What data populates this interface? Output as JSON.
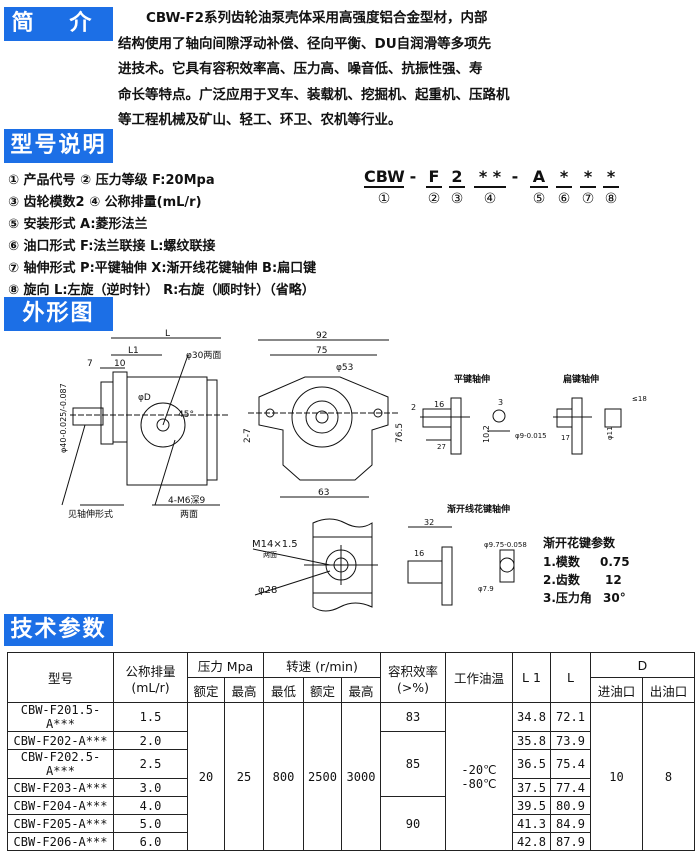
{
  "sections": {
    "intro": "简 介",
    "model": "型号说明",
    "shape": "外形图",
    "spec": "技术参数"
  },
  "intro_lines": [
    "CBW-F2系列齿轮油泵壳体采用高强度铝合金型材，内部",
    "结构使用了轴向间隙浮动补偿、径向平衡、DU自润滑等多项先",
    "进技术。它具有容积效率高、压力高、噪音低、抗振性强、寿",
    "命长等特点。广泛应用于叉车、装载机、挖掘机、起重机、压路机",
    "等工程机械及矿山、轻工、环卫、农机等行业。"
  ],
  "model_lines": [
    "① 产品代号 ② 压力等级 F:20Mpa",
    "③ 齿轮模数2 ④ 公称排量(mL/r)",
    "⑤ 安装形式  A:菱形法兰",
    "⑥ 油口形式  F:法兰联接  L:螺纹联接",
    "⑦ 轴伸形式  P:平键轴伸  X:渐开线花键轴伸  B:扁口键",
    "⑧ 旋向    L:左旋（逆时针）  R:右旋（顺时针）（省略）"
  ],
  "code": [
    {
      "t": "CBW",
      "n": "①"
    },
    {
      "t": "-",
      "n": ""
    },
    {
      "t": "F",
      "n": "②"
    },
    {
      "t": "2",
      "n": "③"
    },
    {
      "t": "* *",
      "n": "④"
    },
    {
      "t": "-",
      "n": ""
    },
    {
      "t": "A",
      "n": "⑤"
    },
    {
      "t": "*",
      "n": "⑥"
    },
    {
      "t": "*",
      "n": "⑦"
    },
    {
      "t": "*",
      "n": "⑧"
    }
  ],
  "drawing": {
    "L": "L",
    "L1": "L1",
    "d7": "7",
    "d10": "10",
    "phi30": "φ30两面",
    "phiD": "φD",
    "a45": "45°",
    "phi40": "φ40-0.025/-0.087",
    "shaft_note": "见轴伸形式",
    "m6": "4-M6深9",
    "both": "两面",
    "d92": "92",
    "d75": "75",
    "phi53": "φ53",
    "d27": "2-7",
    "d765": "76.5",
    "d63": "63",
    "flat_key": "平键轴伸",
    "flat_key_dims": [
      "2",
      "16",
      "27",
      "3",
      "10.2",
      "φ9-0.015"
    ],
    "flat_mouth": "扁键轴伸",
    "flat_mouth_dims": [
      "17",
      "φ11",
      "≤18"
    ],
    "spline": "渐开线花键轴伸",
    "spline_dims": [
      "32",
      "16",
      "φ9.75-0.058",
      "φ7.9"
    ],
    "m14": "M14×1.5",
    "m14b": "两面",
    "phi28": "φ28",
    "spline_params": {
      "title": "渐开花键参数",
      "rows": [
        [
          "1.模数",
          "0.75"
        ],
        [
          "2.齿数",
          "12"
        ],
        [
          "3.压力角",
          "30°"
        ]
      ]
    }
  },
  "table": {
    "h1": [
      "型号",
      "公称排量",
      "压力 Mpa",
      "转速 (r/min)",
      "容积效率",
      "工作油温",
      "L 1",
      "L",
      "D"
    ],
    "unit": "(mL/r)",
    "eff_unit": "(>%)",
    "h2": [
      "额定",
      "最高",
      "最低",
      "额定",
      "最高",
      "进油口",
      "出油口"
    ],
    "rows": [
      [
        "CBW-F201.5-A***",
        "1.5",
        "34.8",
        "72.1"
      ],
      [
        "CBW-F202-A***",
        "2.0",
        "35.8",
        "73.9"
      ],
      [
        "CBW-F202.5-A***",
        "2.5",
        "36.5",
        "75.4"
      ],
      [
        "CBW-F203-A***",
        "3.0",
        "37.5",
        "77.4"
      ],
      [
        "CBW-F204-A***",
        "4.0",
        "39.5",
        "80.9"
      ],
      [
        "CBW-F205-A***",
        "5.0",
        "41.3",
        "84.9"
      ],
      [
        "CBW-F206-A***",
        "6.0",
        "42.8",
        "87.9"
      ]
    ],
    "shared": {
      "p_rated": "20",
      "p_max": "25",
      "n_min": "800",
      "n_rated": "2500",
      "n_max": "3000",
      "temp1": "-20℃",
      "temp2": "-80℃",
      "d_in": "10",
      "d_out": "8"
    },
    "eff": [
      "83",
      "85",
      "90"
    ]
  }
}
